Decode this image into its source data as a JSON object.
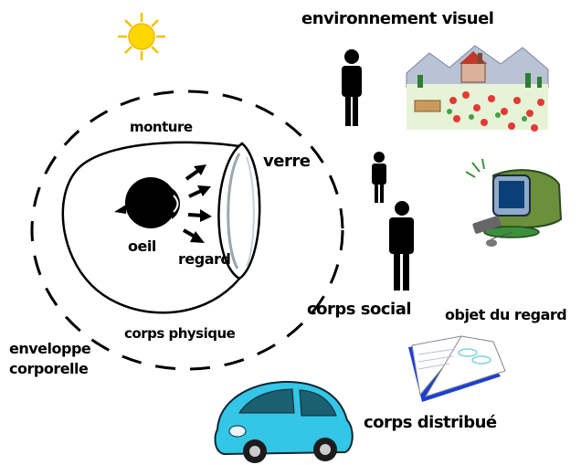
{
  "labels": {
    "environnement": "environnement visuel",
    "monture": "monture",
    "verre": "verre",
    "oeil": "oeil",
    "regard": "regard",
    "corps_physique": "corps physique",
    "enveloppe_line1": "enveloppe",
    "enveloppe_line2": "corporelle",
    "corps_social": "corps social",
    "objet_du_regard": "objet du regard",
    "corps_distribue": "corps distribué"
  },
  "icons": [
    "sun-icon",
    "person-icon",
    "landscape-icon",
    "computer-icon",
    "book-icon",
    "car-icon",
    "eye-icon",
    "lens-icon"
  ],
  "colors": {
    "sun": "#ffd700",
    "computer_body": "#3c8f3c",
    "book_cover": "#1b3fd6",
    "car_body": "#33c6e6"
  }
}
